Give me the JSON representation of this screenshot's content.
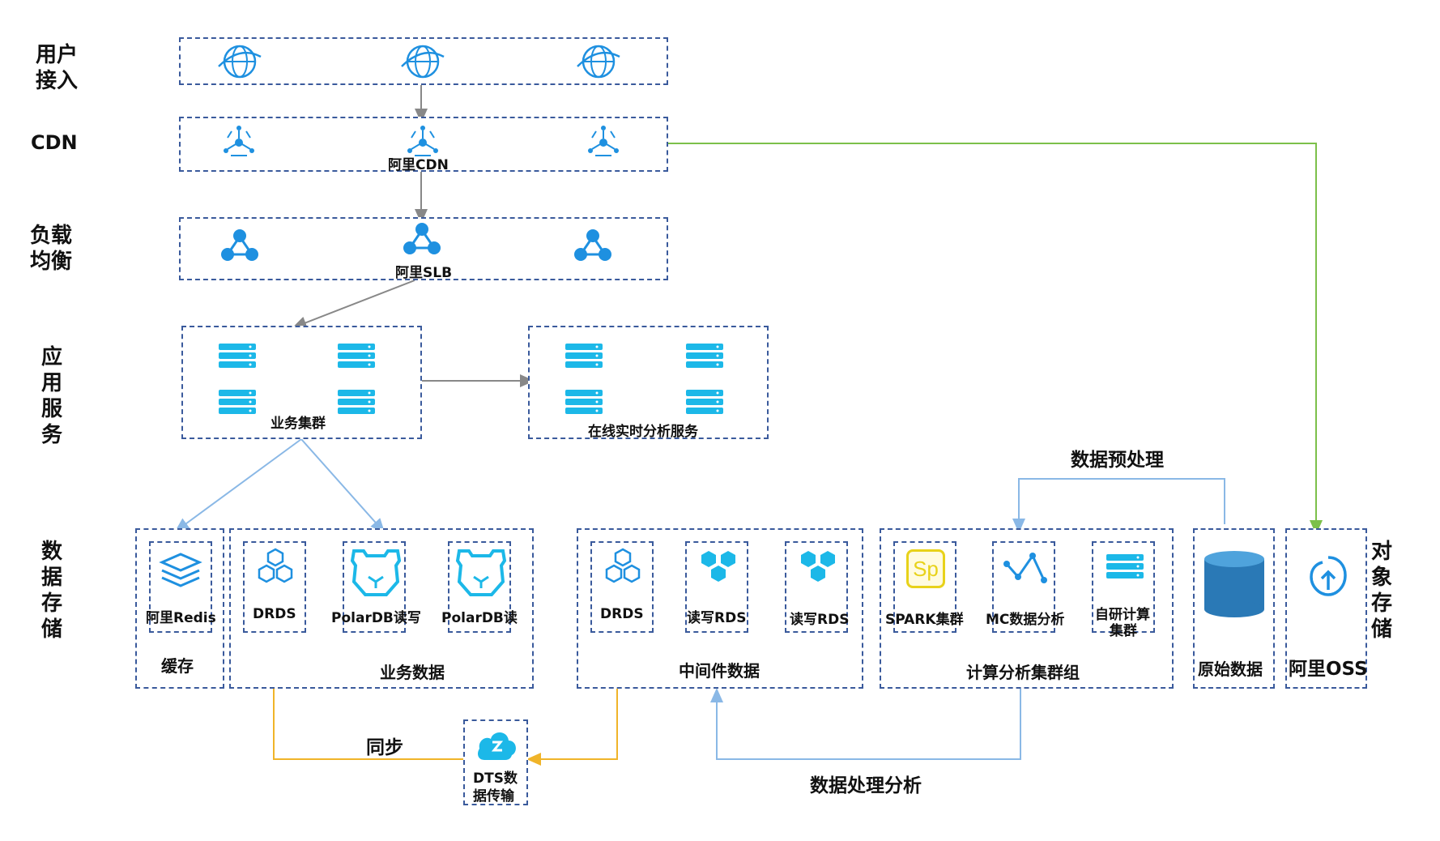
{
  "layers": {
    "access": "用户接入",
    "cdn": "CDN",
    "lb": "负载均衡",
    "app": "应用服务",
    "data": "数据存储",
    "object": "对象存储"
  },
  "cdn_label": "阿里CDN",
  "slb_label": "阿里SLB",
  "app": {
    "business_cluster": "业务集群",
    "realtime_service": "在线实时分析服务"
  },
  "storage": {
    "redis": "阿里Redis",
    "cache": "缓存",
    "drds": "DRDS",
    "polardb_rw": "PolarDB读写",
    "polardb_r": "PolarDB读",
    "business_data": "业务数据",
    "mid_drds": "DRDS",
    "rds_rw": "读写RDS",
    "rds_rw2": "读写RDS",
    "middleware_data": "中间件数据",
    "spark": "SPARK集群",
    "mc": "MC数据分析",
    "self_compute_1": "自研计算",
    "self_compute_2": "集群",
    "compute_group": "计算分析集群组",
    "raw_data": "原始数据",
    "oss": "阿里OSS",
    "spark_icon_text": "Sp"
  },
  "flows": {
    "preprocess": "数据预处理",
    "sync": "同步",
    "dts_1": "DTS数",
    "dts_2": "据传输",
    "processing": "数据处理分析"
  },
  "colors": {
    "accent": "#1e90e0",
    "green": "#7cc04a",
    "orange": "#f0b429",
    "lightblue": "#8ab8e6",
    "dash": "#3a5a9c"
  }
}
